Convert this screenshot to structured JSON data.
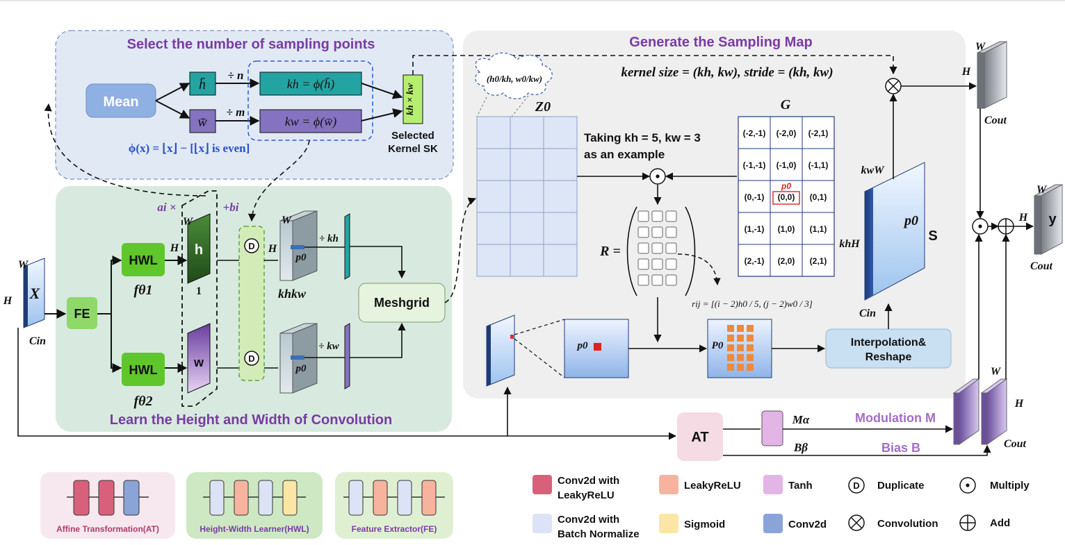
{
  "panels": {
    "select": {
      "title": "Select the number of sampling points",
      "mean": "Mean",
      "h_bar": "h̄",
      "w_bar": "w̄",
      "div_n": "÷ n",
      "div_m": "÷ m",
      "kh_formula": "kh = ϕ(h̄)",
      "kw_formula": "kw = ϕ(w̄)",
      "phi_formula": "ϕ(x) = ⌊x⌋ − [⌊x⌋ is even]",
      "sk_box": "kh × kw",
      "sk_label_1": "Selected",
      "sk_label_2": "Kernel SK"
    },
    "learn": {
      "title": "Learn the Height and Width of Convolution",
      "fe": "FE",
      "hwl_top": "HWL",
      "hwl_bottom": "HWL",
      "f_theta1": "fθ1",
      "f_theta2": "fθ2",
      "h_map": "h",
      "w_map": "w",
      "one": "1",
      "ai": "ai ×",
      "bi": "+bi",
      "dup": "D",
      "H": "H",
      "W": "W",
      "p0": "p0",
      "div_kh": "÷ kh",
      "div_kw": "÷ kw",
      "khkw": "khkw",
      "meshgrid": "Meshgrid"
    },
    "generate": {
      "title": "Generate the Sampling Map",
      "kernel_text": "kernel size = (kh, kw), stride = (kh, kw)",
      "cloud": "(h0/kh, w0/kw)",
      "z0": "Z0",
      "g": "G",
      "example_1": "Taking kh = 5, kw = 3",
      "example_2": "as an example",
      "r_eq": "R =",
      "rij": "rij = [(i − 2)h0 / 5, (j − 2)w0 / 3]",
      "p0_small": "p0",
      "P0": "P0",
      "interp_1": "Interpolation&",
      "interp_2": "Reshape",
      "s": "S",
      "khH": "khH",
      "kwW": "kwW",
      "cin": "Cin",
      "p0_red": "p0"
    }
  },
  "grid_g": [
    [
      "(-2,-1)",
      "(-2,0)",
      "(-2,1)"
    ],
    [
      "(-1,-1)",
      "(-1,0)",
      "(-1,1)"
    ],
    [
      "(0,-1)",
      "(0,0)",
      "(0,1)"
    ],
    [
      "(1,-1)",
      "(1,0)",
      "(1,1)"
    ],
    [
      "(2,-1)",
      "(2,0)",
      "(2,1)"
    ]
  ],
  "outside": {
    "X": "X",
    "H": "H",
    "W": "W",
    "cin": "Cin",
    "cout": "Cout",
    "cout2": "Cout",
    "cout3": "Cout",
    "y": "y",
    "at": "AT",
    "m_alpha": "Mα",
    "b_beta": "Bβ",
    "modulation": "Modulation  M",
    "bias": "Bias B"
  },
  "legend_groups": {
    "at": "Affine Transformation(AT)",
    "hwl": "Height-Width Learner(HWL)",
    "fe": "Feature Extractor(FE)"
  },
  "legend": {
    "conv_leaky_1": "Conv2d with",
    "conv_leaky_2": "LeakyReLU",
    "conv_bn_1": "Conv2d with",
    "conv_bn_2": "Batch Normalize",
    "leaky": "LeakyReLU",
    "sigmoid": "Sigmoid",
    "tanh": "Tanh",
    "conv2d": "Conv2d",
    "duplicate": "Duplicate",
    "convolution": "Convolution",
    "multiply": "Multiply",
    "add": "Add"
  },
  "colors": {
    "red_block": "#d9607a",
    "blue_block": "#8aa4d8",
    "lavender_block": "#dce3f6",
    "salmon_block": "#f7b39e",
    "yellow_block": "#fbe6a6",
    "tanh_block": "#e3b5e6",
    "green_box": "#7cd44a",
    "teal_box": "#24a3a3",
    "purple_box": "#8572c0",
    "title_purple": "#7a3aa5"
  }
}
